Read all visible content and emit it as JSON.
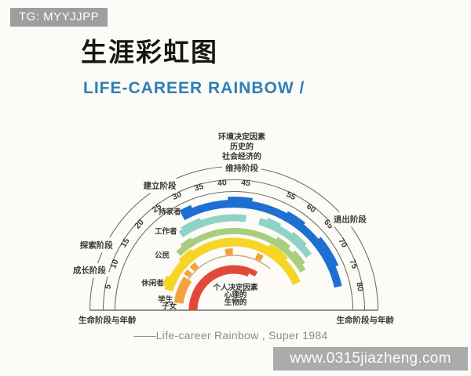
{
  "badge": {
    "text": "TG: MYYJJPP"
  },
  "title": "生涯彩虹图",
  "subtitle": "LIFE-CAREER RAINBOW  /",
  "caption": "——Life-career Rainbow , Super  1984",
  "site_watermark": "www.0315jiazheng.com",
  "colors": {
    "badge_bg": "#9E9E9E",
    "watermark_bg": "#ABABAB",
    "subtitle_blue": "#2E7FB5",
    "caption_gray": "#8D8D82",
    "ring_line": "#6F6F63",
    "text_dark": "#3A3A32"
  },
  "chart_data": {
    "type": "polar_arc_rainbow (Super life-career rainbow)",
    "age_range": [
      0,
      85
    ],
    "age_ticks": [
      5,
      10,
      15,
      20,
      25,
      30,
      35,
      40,
      45,
      55,
      60,
      65,
      70,
      75,
      80
    ],
    "rings_r": [
      183.5,
      166.5,
      151.5
    ],
    "tick_r": 160,
    "environment_text": [
      "环境决定因素",
      "历史的",
      "社会经济的"
    ],
    "person_text": [
      "个人决定因素",
      "心理的",
      "生物的"
    ],
    "axis_label_left": "生命阶段与年龄",
    "axis_label_right": "生命阶段与年龄",
    "stages": [
      {
        "label": "成长阶段",
        "age": 7.3,
        "r": 191
      },
      {
        "label": "探索阶段",
        "age": 12,
        "r": 194
      },
      {
        "label": "建立阶段",
        "age": 28,
        "r": 185
      },
      {
        "label": "维持阶段",
        "age": 44,
        "r": 182
      },
      {
        "label": "退出阶段",
        "age": 67,
        "r": 188
      }
    ],
    "roles": [
      {
        "name": "homemaker",
        "label": "持家者",
        "color": "#1E6FD2",
        "r": 136,
        "label_age": 30,
        "label_r": 140,
        "arcs": [
          {
            "from": 29,
            "to": 79,
            "t": 10
          },
          {
            "from": 29,
            "to": 32,
            "t": 14,
            "dr": 2
          },
          {
            "from": 41,
            "to": 47,
            "t": 14,
            "dr": 2
          },
          {
            "from": 56,
            "to": 61,
            "t": 13,
            "dr": 1.5
          },
          {
            "from": 66,
            "to": 74,
            "t": 14,
            "dr": 2
          }
        ]
      },
      {
        "name": "worker",
        "label": "工作者",
        "color": "#8FD2C6",
        "r": 118,
        "label_age": 26.5,
        "label_r": 121,
        "arcs": [
          {
            "from": 26,
            "to": 46,
            "t": 9
          },
          {
            "from": 50,
            "to": 68,
            "t": 9
          },
          {
            "from": 27,
            "to": 33,
            "t": 12,
            "dr": 1.5
          },
          {
            "from": 52,
            "to": 56,
            "t": 12,
            "dr": 1.5
          },
          {
            "from": 60,
            "to": 65,
            "t": 12,
            "dr": 1.5
          }
        ]
      },
      {
        "name": "citizen",
        "label": "公民",
        "color": "#A8CE7E",
        "r": 101,
        "label_age": 20,
        "label_r": 104,
        "arcs": [
          {
            "from": 21.5,
            "to": 71,
            "t": 8
          },
          {
            "from": 24,
            "to": 28,
            "t": 11,
            "dr": 1.5
          },
          {
            "from": 57,
            "to": 62,
            "t": 12,
            "dr": 2
          },
          {
            "from": 64,
            "to": 69,
            "t": 12,
            "dr": 2
          }
        ]
      },
      {
        "name": "leisurite",
        "label": "休闲者",
        "color": "#F6D526",
        "r": 87,
        "label_age": 10.5,
        "label_r": 91,
        "arcs": [
          {
            "from": 8,
            "to": 74,
            "t": 11
          },
          {
            "from": 9,
            "to": 13,
            "t": 15,
            "dr": 2
          },
          {
            "from": 20,
            "to": 26,
            "t": 14,
            "dr": 1.5
          },
          {
            "from": 56,
            "to": 64,
            "t": 15,
            "dr": 2
          }
        ]
      },
      {
        "name": "student",
        "label": "学生",
        "color": "#F2A33B",
        "r": 71,
        "label_age": 5,
        "label_r": 74,
        "arcs": [
          {
            "from": 3.5,
            "to": 16,
            "t": 12
          },
          {
            "from": 16,
            "to": 62,
            "t": 1.4,
            "dr": -1,
            "color": "#C9A87C"
          },
          {
            "from": 17,
            "to": 19.5,
            "t": 8,
            "dr": 4
          },
          {
            "from": 21,
            "to": 24,
            "t": 8,
            "dr": 4
          },
          {
            "from": 38.5,
            "to": 42,
            "t": 8,
            "dr": 4
          },
          {
            "from": 53,
            "to": 56,
            "t": 8,
            "dr": 4
          }
        ]
      },
      {
        "name": "child",
        "label": "子女",
        "color": "#E2493B",
        "r": 52,
        "label_age": 2,
        "label_r": 68,
        "arcs": [
          {
            "from": 0,
            "to": 53,
            "t": 11
          },
          {
            "from": 53,
            "to": 57.5,
            "t": 7,
            "dr": 2
          }
        ]
      }
    ]
  }
}
